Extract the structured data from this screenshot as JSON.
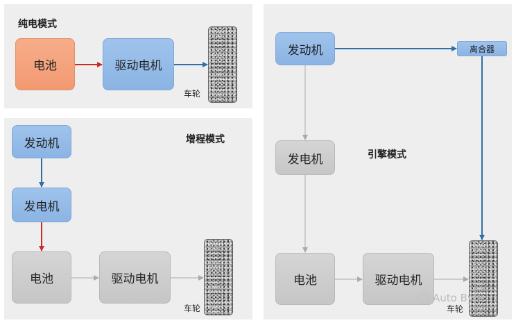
{
  "pure_electric": {
    "title": "纯电模式",
    "battery": "电池",
    "motor": "驱动电机",
    "wheel": "车轮"
  },
  "range_extender": {
    "title": "增程模式",
    "engine": "发动机",
    "generator": "发电机",
    "battery": "电池",
    "motor": "驱动电机",
    "wheel": "车轮"
  },
  "engine_mode": {
    "title": "引擎模式",
    "engine": "发动机",
    "clutch": "离合器",
    "generator": "发电机",
    "battery": "电池",
    "motor": "驱动电机",
    "wheel": "车轮"
  },
  "watermark": "Auto Byte",
  "colors": {
    "red_arrow": "#cc2a2a",
    "blue_arrow": "#2f6fa8",
    "gray_arrow": "#aaaaaa"
  }
}
